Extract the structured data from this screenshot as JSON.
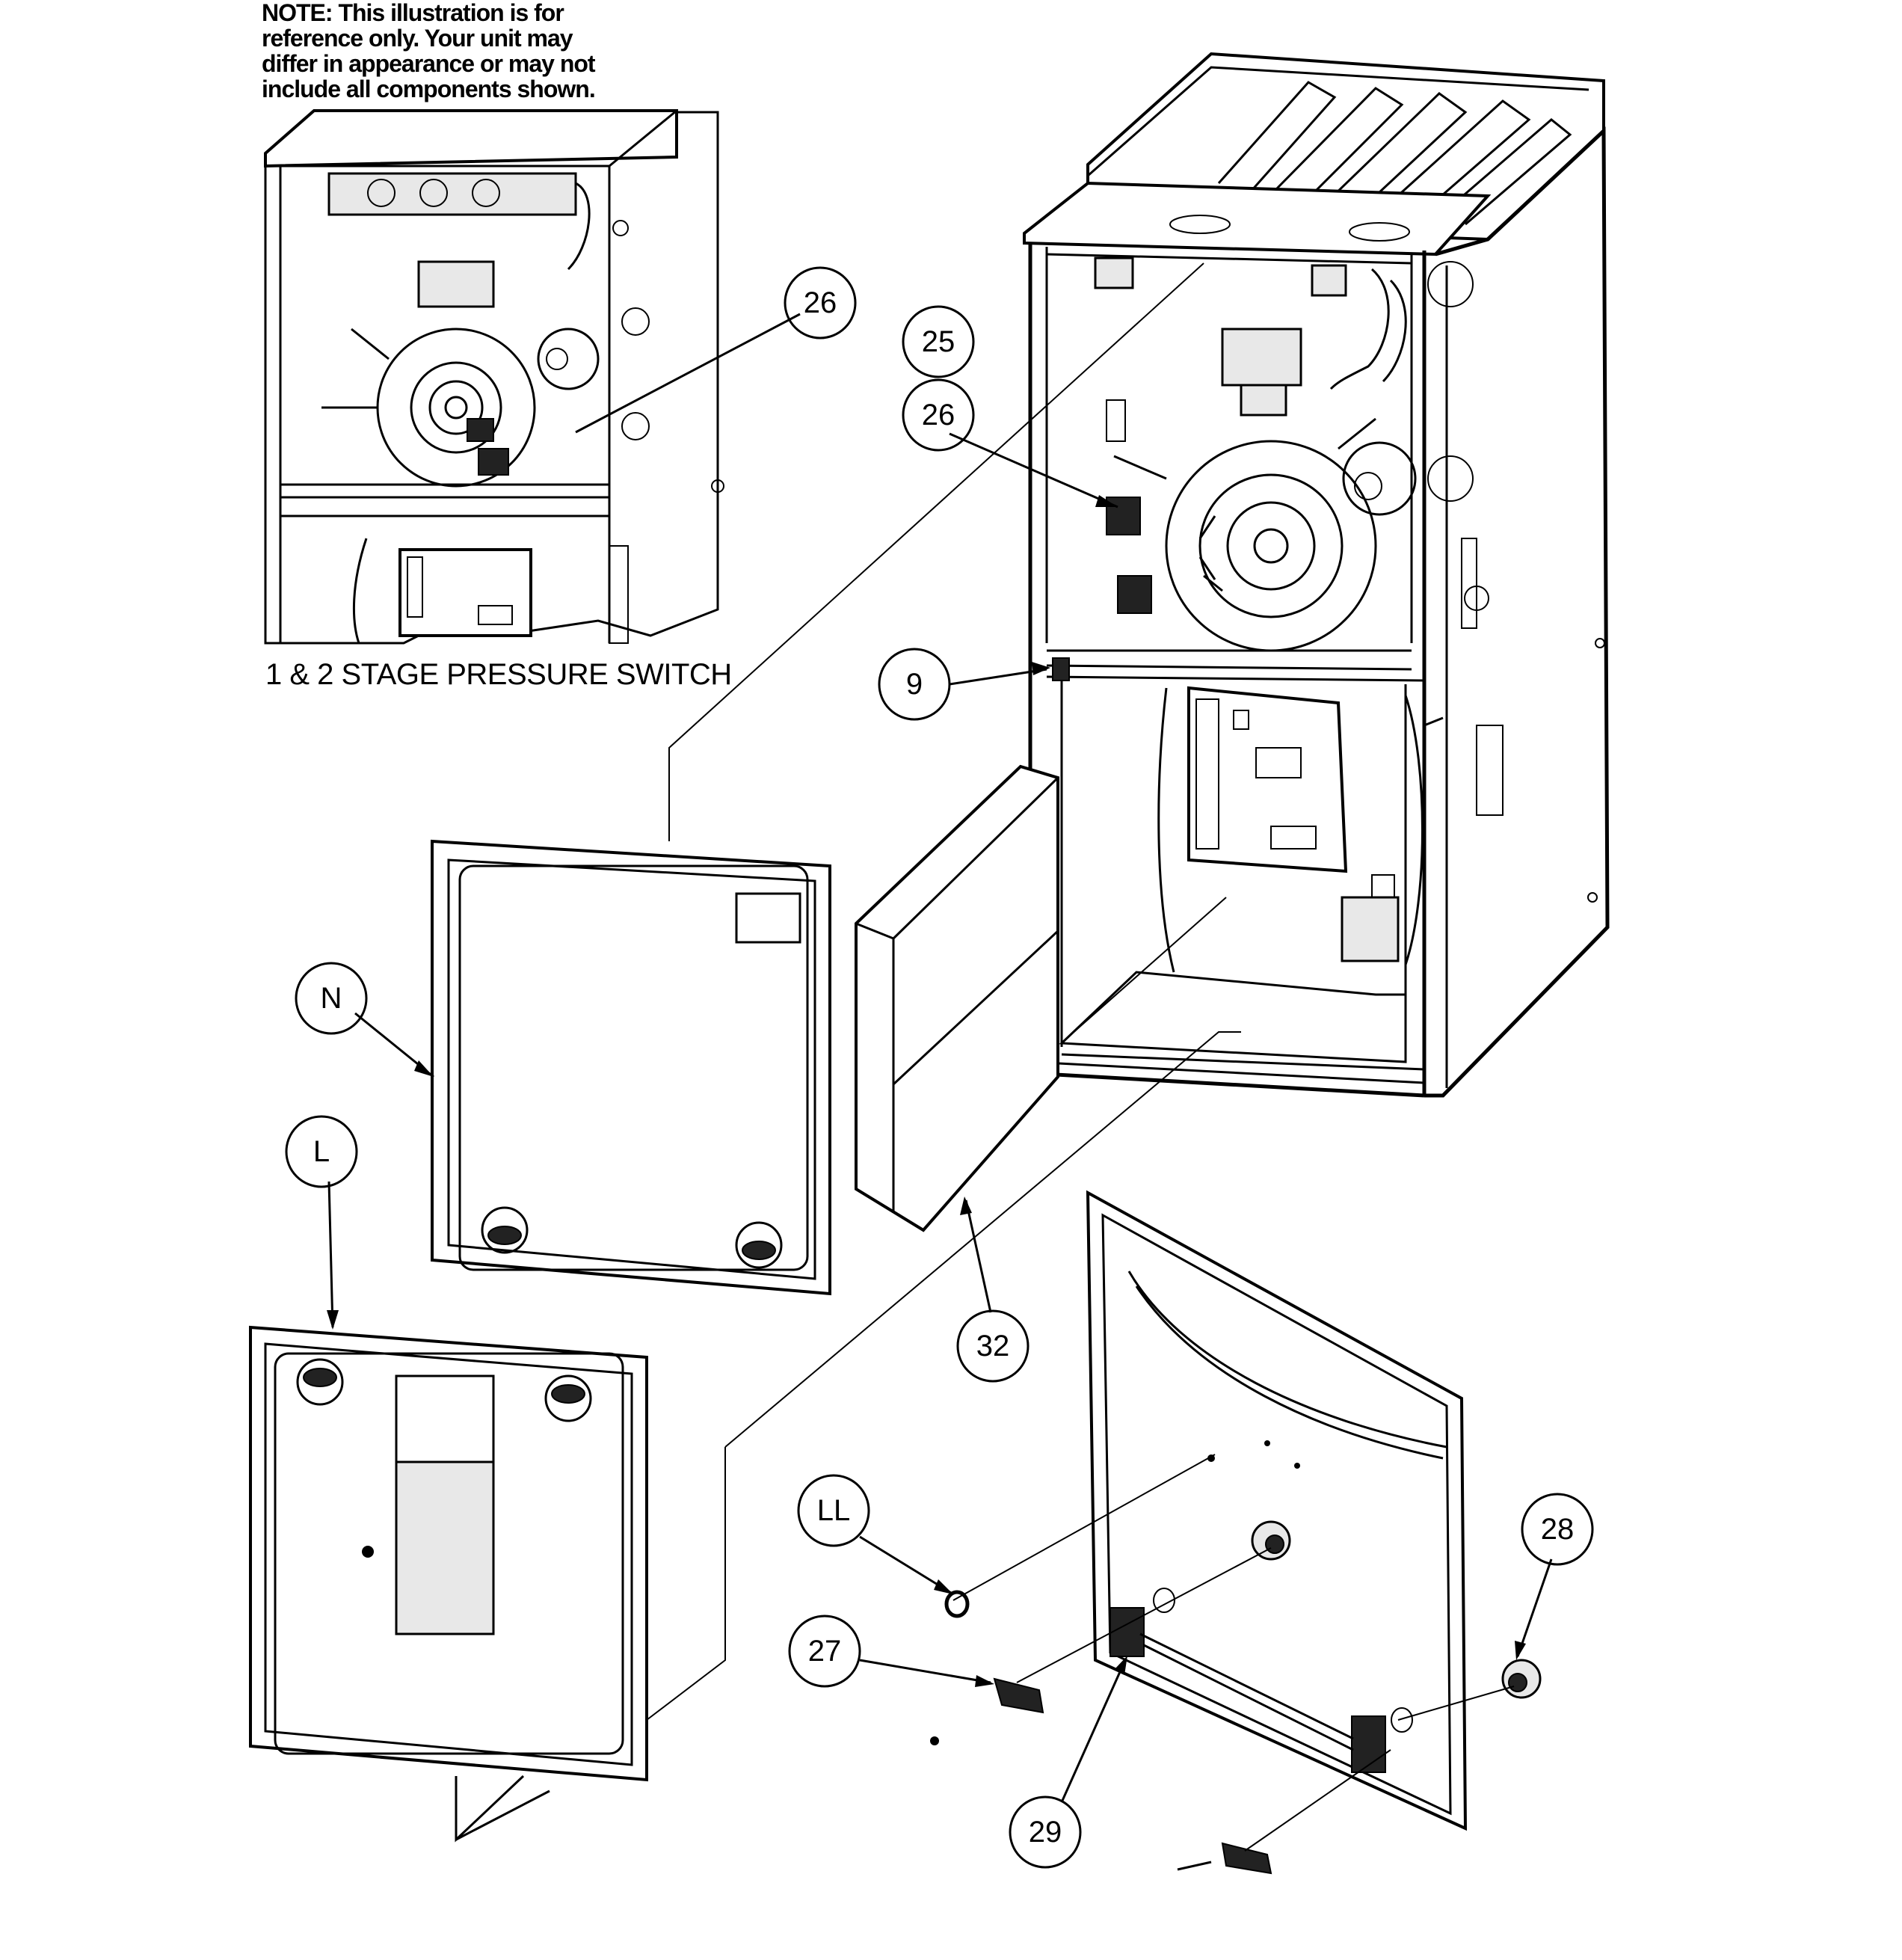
{
  "note": {
    "line1": "NOTE: This illustration is for",
    "line2": "reference only. Your unit may",
    "line3": "differ in appearance or may not",
    "line4": "include all components shown."
  },
  "inset_caption": "1 & 2 STAGE PRESSURE SWITCH",
  "callouts": {
    "inset_26": "26",
    "c25": "25",
    "c26": "26",
    "c9": "9",
    "cN": "N",
    "cL": "L",
    "c32": "32",
    "cLL": "LL",
    "c27": "27",
    "c28": "28",
    "c29": "29"
  }
}
